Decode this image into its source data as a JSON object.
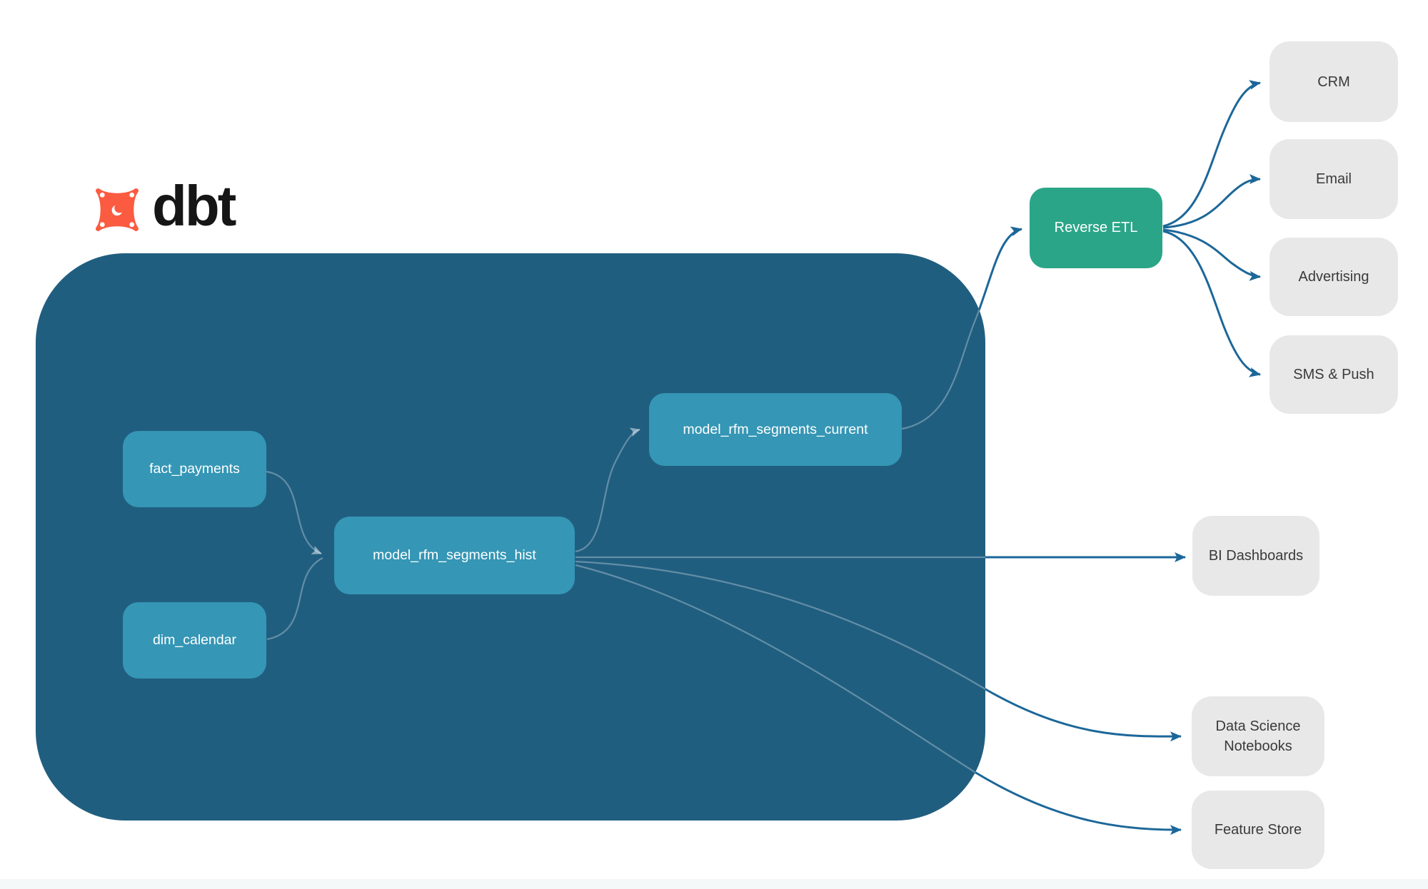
{
  "logo": {
    "brand": "dbt"
  },
  "pipeline": {
    "sources": {
      "fact_payments": "fact_payments",
      "dim_calendar": "dim_calendar"
    },
    "models": {
      "hist": "model_rfm_segments_hist",
      "current": "model_rfm_segments_current"
    },
    "reverse_etl": "Reverse ETL",
    "destinations": {
      "crm": "CRM",
      "email": "Email",
      "advertising": "Advertising",
      "sms_push": "SMS & Push",
      "bi_dashboards": "BI Dashboards",
      "data_science_notebooks": "Data Science Notebooks",
      "feature_store": "Feature Store"
    }
  },
  "colors": {
    "canvas_bg": "#ffffff",
    "container_fill": "#205E80",
    "node_fill": "#3596B5",
    "node_text": "#ffffff",
    "reverse_etl_fill": "#2BA588",
    "dest_fill": "#E8E8E8",
    "dest_text": "#3A3A3A",
    "edge_strong": "#1C6799",
    "edge_faint": "rgba(255,255,255,0.30)",
    "edge_faint_head": "rgba(255,255,255,0.48)",
    "logo_orange": "#FB5B41",
    "logo_text": "#161616",
    "footer_band": "#F5F8F8"
  }
}
